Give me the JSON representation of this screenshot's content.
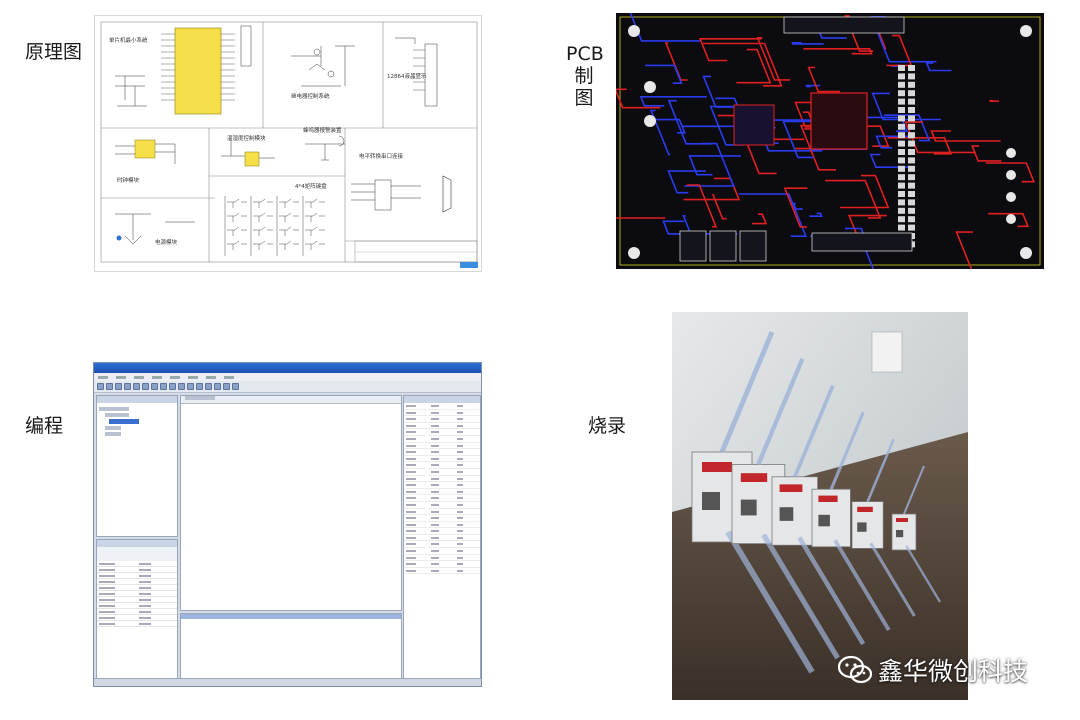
{
  "labels": {
    "schematic": "原理图",
    "pcb": "PCB\n制图",
    "programming": "编程",
    "burning": "烧录"
  },
  "watermark": {
    "text": "鑫华微创科技",
    "icon": "wechat-icon"
  },
  "schematic": {
    "blocks": [
      "单片机最小系统",
      "继电器控制系统",
      "12864液晶显示",
      "时钟模块",
      "温湿度控制模块",
      "蜂鸣器报警装置",
      "电平转换串口连接",
      "4*4矩阵键盘",
      "电源模块"
    ]
  },
  "colors": {
    "pcb_background": "#0b0b10",
    "pcb_top_copper": "#e02020",
    "pcb_bottom_copper": "#2a3cf0",
    "ide_title_bar": "#1c4fb0",
    "schematic_chip": "#f5e04a"
  }
}
